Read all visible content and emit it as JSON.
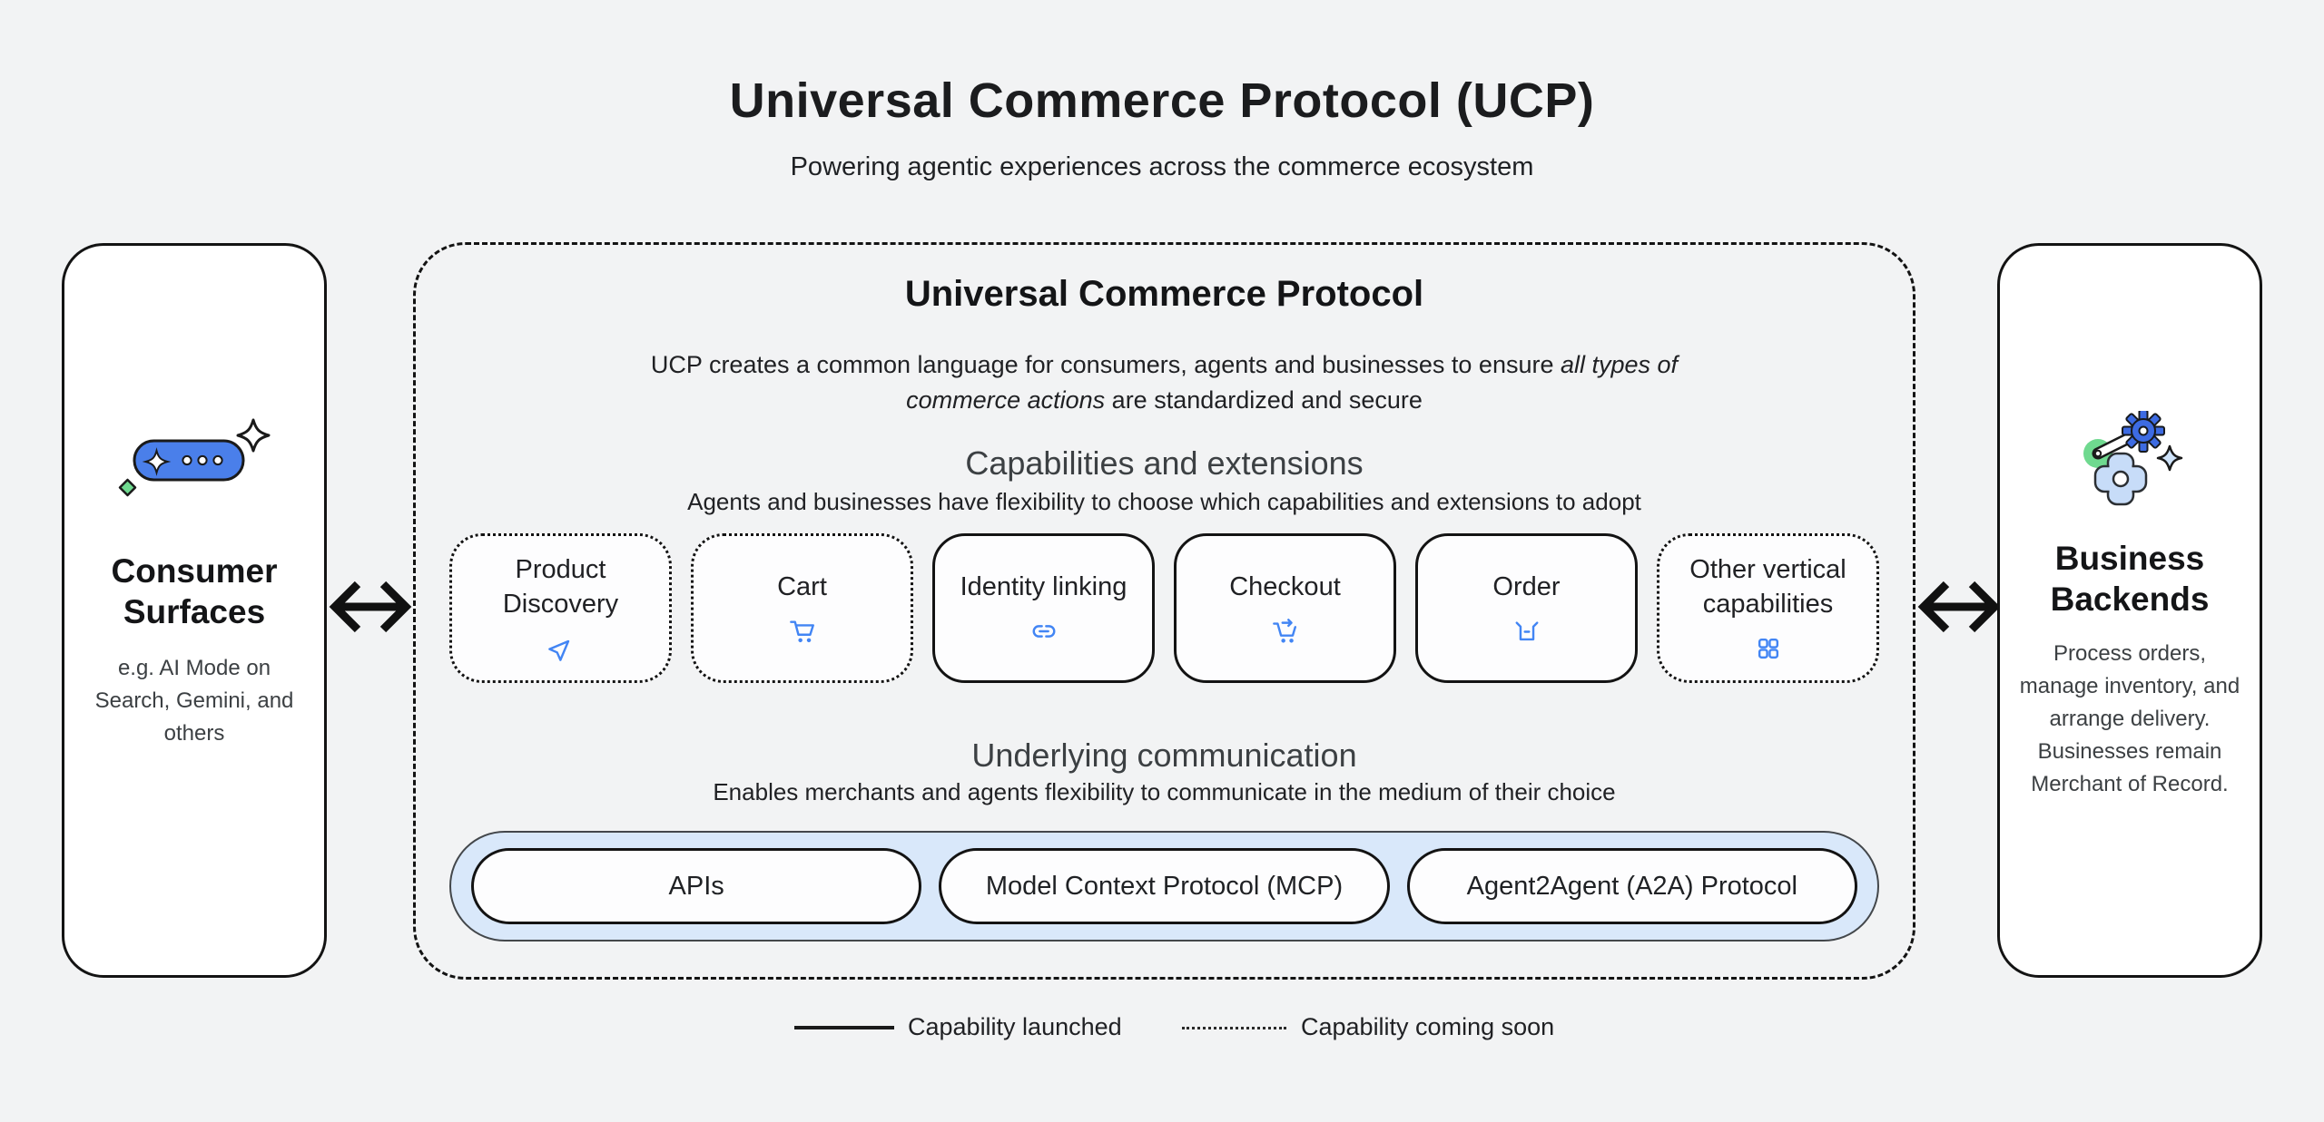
{
  "page": {
    "title": "Universal Commerce Protocol (UCP)",
    "subtitle": "Powering agentic experiences across the commerce ecosystem"
  },
  "consumer_panel": {
    "title": "Consumer Surfaces",
    "description": "e.g. AI Mode on Search, Gemini, and others",
    "icon": "ai-chat-pill-icon"
  },
  "business_panel": {
    "title": "Business Backends",
    "description": "Process orders, manage inventory, and arrange delivery. Businesses remain Merchant of Record.",
    "icon": "gears-automation-icon"
  },
  "ucp_panel": {
    "title": "Universal Commerce Protocol",
    "description_normal_1": "UCP creates a common language for consumers, agents and businesses to ensure ",
    "description_italic": "all types of commerce actions",
    "description_normal_2": " are standardized and secure",
    "capabilities_section": {
      "title": "Capabilities and extensions",
      "subtitle": "Agents and businesses have flexibility to choose which capabilities and extensions to adopt",
      "items": [
        {
          "label": "Product Discovery",
          "status": "coming-soon",
          "icon": "send-icon"
        },
        {
          "label": "Cart",
          "status": "coming-soon",
          "icon": "shopping-cart-icon"
        },
        {
          "label": "Identity linking",
          "status": "launched",
          "icon": "link-icon"
        },
        {
          "label": "Checkout",
          "status": "launched",
          "icon": "cart-checkout-icon"
        },
        {
          "label": "Order",
          "status": "launched",
          "icon": "order-box-icon"
        },
        {
          "label": "Other vertical capabilities",
          "status": "coming-soon",
          "icon": "grid-icon"
        }
      ]
    },
    "communication_section": {
      "title": "Underlying communication",
      "subtitle": "Enables merchants and agents flexibility to communicate in the medium of their choice",
      "items": [
        "APIs",
        "Model Context Protocol (MCP)",
        "Agent2Agent (A2A) Protocol"
      ]
    }
  },
  "legend": {
    "launched_label": "Capability launched",
    "coming_soon_label": "Capability coming soon"
  },
  "colors": {
    "accent_blue": "#4285F4",
    "pill_blue": "#4a7fea",
    "gear_blue": "#3d6be2",
    "light_blue_fill": "#d9e8fa",
    "light_blue_shape": "#c7dcf8",
    "green": "#6fd98f",
    "background": "#f2f3f4"
  }
}
